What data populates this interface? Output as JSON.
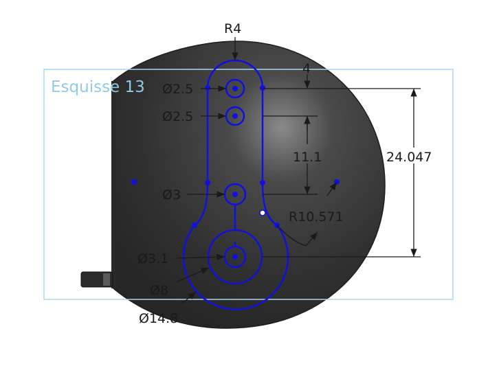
{
  "sketch": {
    "name": "Esquisse 13"
  },
  "dimensions": {
    "radius_top": "R4",
    "dim_4": "4",
    "dim_11_1": "11.1",
    "dim_24_047": "24.047",
    "radius_large": "R10.571",
    "dia_2_5_top": "Ø2.5",
    "dia_2_5_mid": "Ø2.5",
    "dia_3": "Ø3",
    "dia_3_1": "Ø3.1",
    "dia_8": "Ø8",
    "dia_14_8": "Ø14.8"
  },
  "colors": {
    "sketch_geometry": "#1010e0",
    "dimension": "#1a1a1a",
    "sketch_frame": "#a8d8ef",
    "body": "#3a3a3a"
  }
}
